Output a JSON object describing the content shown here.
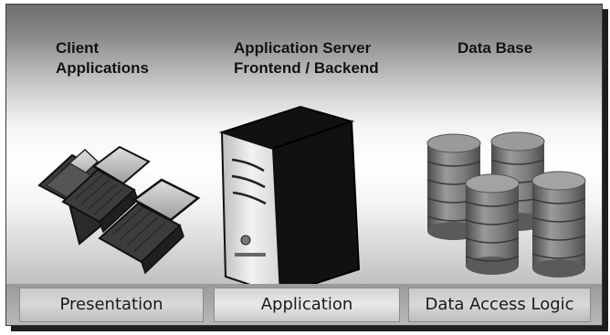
{
  "columns": [
    {
      "title_lines": [
        "Client",
        "Applications"
      ],
      "tier_label": "Presentation",
      "illustration": "laptops-icon"
    },
    {
      "title_lines": [
        "Application Server",
        "Frontend / Backend"
      ],
      "tier_label": "Application",
      "illustration": "server-tower-icon"
    },
    {
      "title_lines": [
        "Data Base"
      ],
      "tier_label": "Data Access Logic",
      "illustration": "database-stacks-icon"
    }
  ],
  "colors": {
    "frame_border": "#3a3a3a",
    "shadow": "#1e1e1e",
    "label_bg": "#d0d0d0",
    "text": "#111111"
  }
}
